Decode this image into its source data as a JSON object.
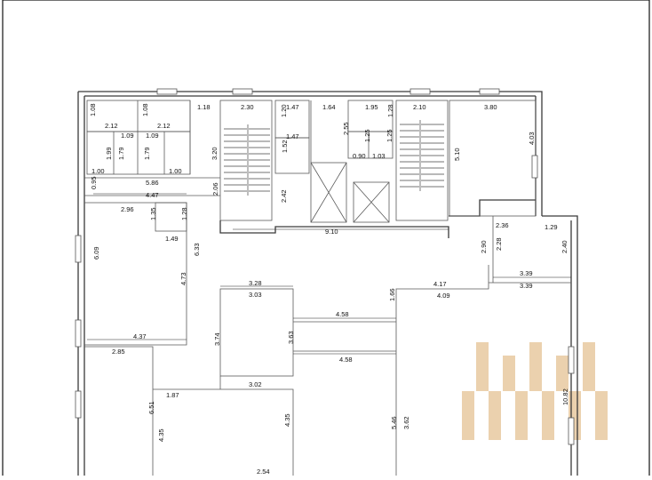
{
  "plan": {
    "rooms": {
      "wc_left_top_a": "1.08",
      "wc_left_top_b": "1.08",
      "wc_left_w1": "2.12",
      "wc_left_w2": "2.12",
      "corr_top": "1.18",
      "wc_a_w": "1.09",
      "wc_b_w": "1.09",
      "wc_a_h": "1.99",
      "wc_a_h2": "1.79",
      "wc_b_h": "1.79",
      "wc_a_base": "1.00",
      "wc_b_base": "1.00",
      "corr_h": "3.20",
      "corr_w": "5.86",
      "stair_l_w": "2.30",
      "lobby_w1": "1.47",
      "lobby_h1": "1.20",
      "lobby_w2": "1.47",
      "lobby_h2": "1.52",
      "shaft_w": "1.64",
      "room_w": "1.95",
      "room_h": "1.28",
      "room_h2": "2.55",
      "sm_a": "1.25",
      "sm_b": "1.25",
      "sm_w1": "0.90",
      "sm_w2": "1.03",
      "stair_r_w": "2.10",
      "right_w": "3.80",
      "right_h": "4.03",
      "right_h2": "5.10",
      "left_gap": "0.95",
      "left_w": "4.47",
      "corr2_h": "2.06",
      "shaft_h": "2.42",
      "bottom_w": "9.10",
      "r_a": "2.36",
      "r_b": "1.29",
      "r_c": "2.40",
      "r_d": "2.90",
      "r_e": "2.28",
      "r_f": "3.39",
      "r_g": "3.39",
      "off_w": "2.96",
      "off_h": "1.35",
      "off_h2": "1.28",
      "off_w2": "1.49",
      "big_h": "6.09",
      "big_h2": "6.33",
      "big_h3": "4.73",
      "big_w": "4.37",
      "mid_w1": "3.28",
      "mid_w2": "3.03",
      "mid_h": "3.74",
      "mid_h2": "3.63",
      "mid_w3": "3.02",
      "corr3_w": "4.58",
      "corr3_w2": "4.58",
      "corr3_h": "1.66",
      "rb_w1": "4.17",
      "rb_w2": "4.09",
      "low_w": "2.85",
      "low_w2": "1.87",
      "low_h": "6.51",
      "low_h2": "4.35",
      "low_h3": "4.35",
      "low_w3": "2.54",
      "big_r_h": "5.46",
      "big_r_h2": "3.62",
      "big_r_h3": "10.82"
    },
    "colors": {
      "wall": "#3a3a3a",
      "watermark": "#e8c9a0"
    }
  }
}
